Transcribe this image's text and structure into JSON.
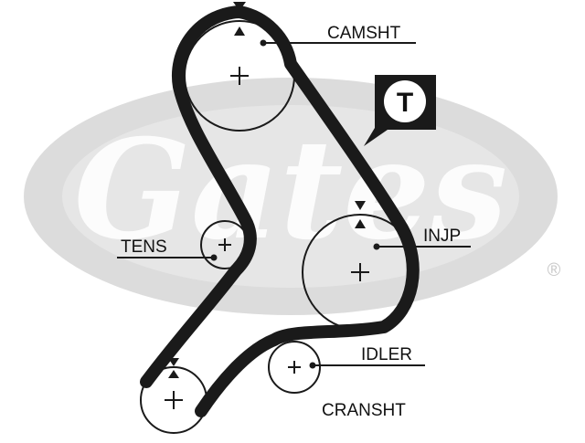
{
  "diagram": {
    "labels": {
      "camshaft": "CAMSHT",
      "tensioner": "TENS",
      "injection_pump": "INJP",
      "idler": "IDLER",
      "crankshaft": "CRANSHT"
    },
    "badge_letter": "T",
    "watermark_text": "Gates",
    "registered_mark": "®"
  },
  "colors": {
    "belt": "#1a1a1a",
    "pulley_outline": "#1a1a1a",
    "watermark": "#d9d9d9",
    "label_text": "#111111"
  }
}
